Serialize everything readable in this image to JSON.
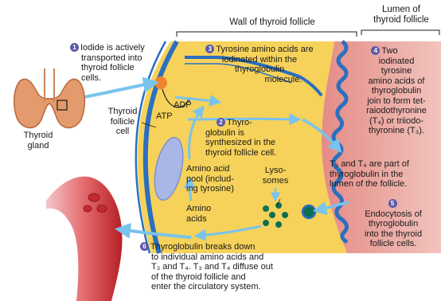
{
  "headers": {
    "wall": "Wall of thyroid follicle",
    "lumen_line1": "Lumen of",
    "lumen_line2": "thyroid follicle"
  },
  "labels": {
    "thyroid_gland": [
      "Thyroid",
      "gland"
    ],
    "follicle_cell": [
      "Thyroid",
      "follicle",
      "cell"
    ],
    "adp": "ADP",
    "atp": "ATP",
    "amino_pool": [
      "Amino acid",
      "pool (includ-",
      "ing tyrosine)"
    ],
    "amino_acids": [
      "Amino",
      "acids"
    ],
    "lysosomes": [
      "Lyso-",
      "somes"
    ]
  },
  "steps": [
    {
      "num": "1",
      "lines": [
        "Iodide is actively",
        "transported into",
        "thyroid follicle",
        "cells."
      ]
    },
    {
      "num": "2",
      "lines": [
        "Thyro-",
        "globulin is",
        "synthesized in the",
        "thyroid follicle cell."
      ]
    },
    {
      "num": "3",
      "lines": [
        "Tyrosine amino acids are",
        "iodinated within the",
        "thyroglobulin",
        "molecule."
      ]
    },
    {
      "num": "4",
      "lines": [
        "Two",
        "iodinated",
        "tyrosine",
        "amino acids of",
        "thyroglobulin",
        "join to form tet-",
        "raiodothyronine",
        "(T₄) or triiodo-",
        "thyronine (T₃)."
      ]
    },
    {
      "num": "5",
      "lines": [
        "Endocytosis of",
        "thyroglobulin",
        "into the thyroid",
        "follicle cells."
      ]
    },
    {
      "num": "6",
      "lines": [
        "Thyroglobulin breaks down",
        "to individual amino acids and",
        "T₃ and T₄. T₃ and T₄ diffuse out",
        "of the thyroid follicle and",
        "enter the circulatory system."
      ]
    }
  ],
  "lumen_note": [
    "T₃ and T₄ are part of",
    "thyroglobulin in the",
    "lumen of the follicle."
  ],
  "colors": {
    "cell": "#f6d25a",
    "lumen": "#e59a92",
    "membrane": "#2b6fc0",
    "arrow": "#79c3ec",
    "number_badge": "#5a59a8",
    "vessel": "#c8262c"
  }
}
